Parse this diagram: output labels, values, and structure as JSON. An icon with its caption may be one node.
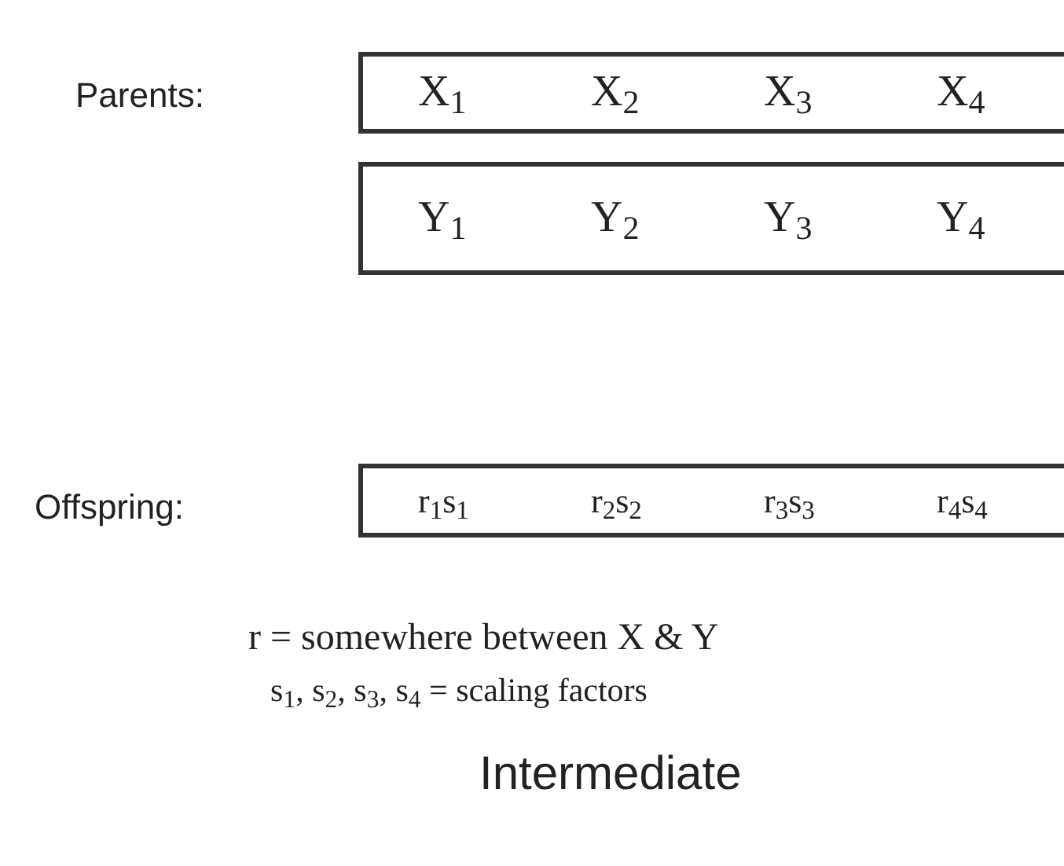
{
  "diagram": {
    "caption": "Intermediate",
    "nodes": [
      {
        "text": [
          "X$_{1}$",
          "X$_{2}$",
          "X$_{3}$",
          "X$_{4}$"
        ]
      },
      {
        "text": [
          "Y$_{1}$",
          "Y$_{2}$",
          "Y$_{3}$",
          "Y$_{4}$"
        ]
      },
      {
        "text": [
          "r$_{1}$s$_{1}$",
          "r$_{2}$s$_{2}$",
          "r$_{3}$s$_{3}$",
          "r$_{4}$s$_{4}$"
        ]
      }
    ],
    "labels": [
      "Parents:",
      "Offspring:",
      "r = somewhere between X & Y",
      "s$_{1}$, s$_{2}$, s$_{3}$, s$_{4}$ = scaling factors"
    ]
  }
}
